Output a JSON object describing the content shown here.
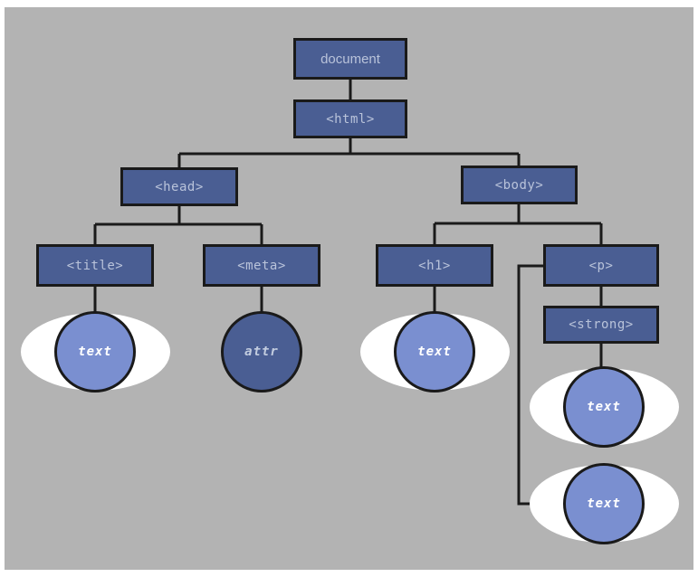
{
  "diagram": {
    "title": "DOM tree diagram",
    "canvas_color": "#b3b3b3",
    "page_background": "#ffffff",
    "colors": {
      "element_box_fill": "#4a5e93",
      "element_box_border": "#1a1a1a",
      "element_box_text": "#b9c3da",
      "text_node_fill": "#7a8fd0",
      "attr_node_fill": "#4a5e93",
      "halo_fill": "#ffffff",
      "connector": "#1a1a1a"
    },
    "nodes": {
      "document": "document",
      "html": "<html>",
      "head": "<head>",
      "body": "<body>",
      "title": "<title>",
      "meta": "<meta>",
      "h1": "<h1>",
      "p": "<p>",
      "strong": "<strong>",
      "title_text": "text",
      "meta_attr": "attr",
      "h1_text": "text",
      "strong_text": "text",
      "p_text": "text"
    }
  }
}
